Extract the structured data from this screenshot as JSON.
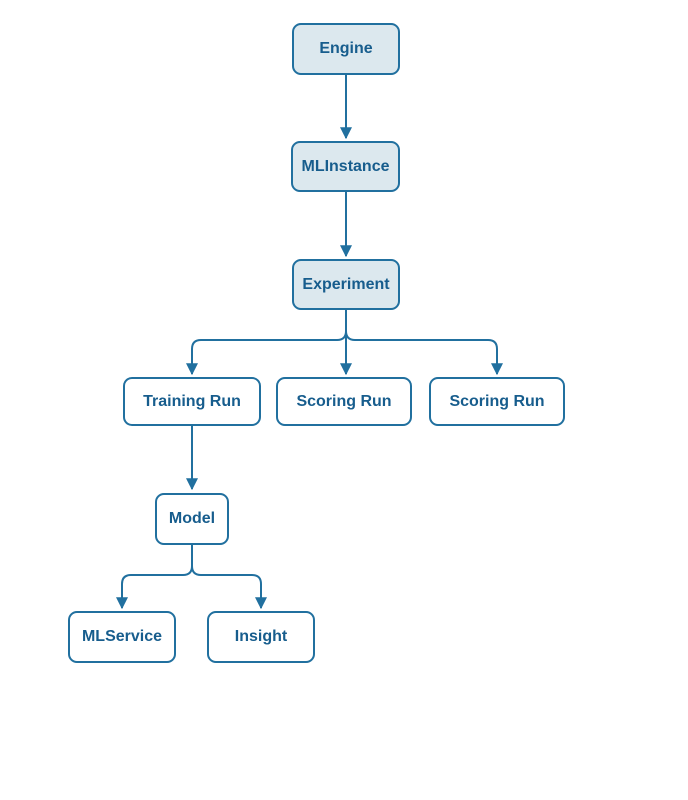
{
  "diagram": {
    "type": "hierarchy-flowchart",
    "colors": {
      "stroke": "#21709f",
      "node_border": "#21709f",
      "node_text": "#175d8d",
      "filled_node_bg": "#dce8ee",
      "plain_node_bg": "#ffffff",
      "canvas_bg": "#ffffff"
    },
    "nodes": [
      {
        "id": "engine",
        "label": "Engine",
        "filled": true
      },
      {
        "id": "mlinstance",
        "label": "MLInstance",
        "filled": true
      },
      {
        "id": "experiment",
        "label": "Experiment",
        "filled": true
      },
      {
        "id": "training-run",
        "label": "Training Run",
        "filled": false
      },
      {
        "id": "scoring-run-1",
        "label": "Scoring Run",
        "filled": false
      },
      {
        "id": "scoring-run-2",
        "label": "Scoring Run",
        "filled": false
      },
      {
        "id": "model",
        "label": "Model",
        "filled": false
      },
      {
        "id": "mlservice",
        "label": "MLService",
        "filled": false
      },
      {
        "id": "insight",
        "label": "Insight",
        "filled": false
      }
    ],
    "edges": [
      {
        "from": "engine",
        "to": "mlinstance"
      },
      {
        "from": "mlinstance",
        "to": "experiment"
      },
      {
        "from": "experiment",
        "to": "training-run"
      },
      {
        "from": "experiment",
        "to": "scoring-run-1"
      },
      {
        "from": "experiment",
        "to": "scoring-run-2"
      },
      {
        "from": "training-run",
        "to": "model"
      },
      {
        "from": "model",
        "to": "mlservice"
      },
      {
        "from": "model",
        "to": "insight"
      }
    ]
  }
}
